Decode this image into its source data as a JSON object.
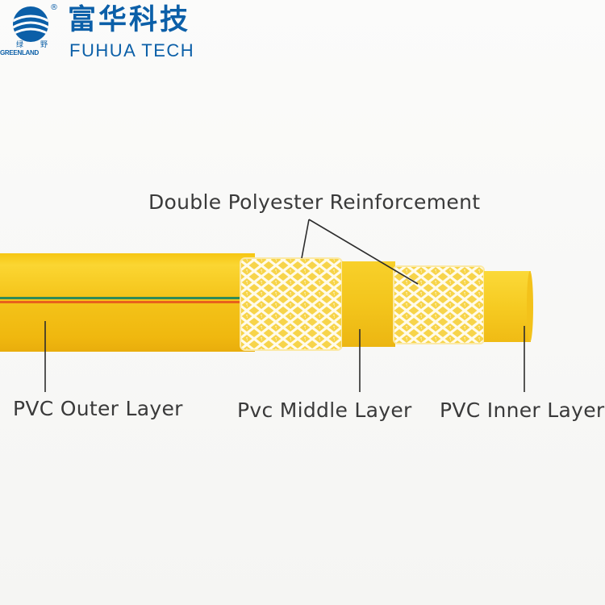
{
  "header": {
    "logo": {
      "small_left": "绿",
      "small_right": "野",
      "brand_text": "GREENLAND",
      "registered_mark": "®",
      "accent_color": "#0b5fa8"
    },
    "company_name_cn": "富华科技",
    "company_name_en": "FUHUA TECH"
  },
  "diagram": {
    "labels": {
      "reinforcement": "Double Polyester Reinforcement",
      "outer_layer": "PVC Outer Layer",
      "middle_layer": "Pvc Middle Layer",
      "inner_layer": "PVC Inner Layer"
    },
    "colors": {
      "hose_yellow": "#f2c21a",
      "hose_highlight": "#fbe36a",
      "mesh_white": "#fff8dc",
      "stripe_green": "#2e8b57",
      "stripe_orange": "#e8601c",
      "label_text": "#3a3a3a"
    }
  }
}
